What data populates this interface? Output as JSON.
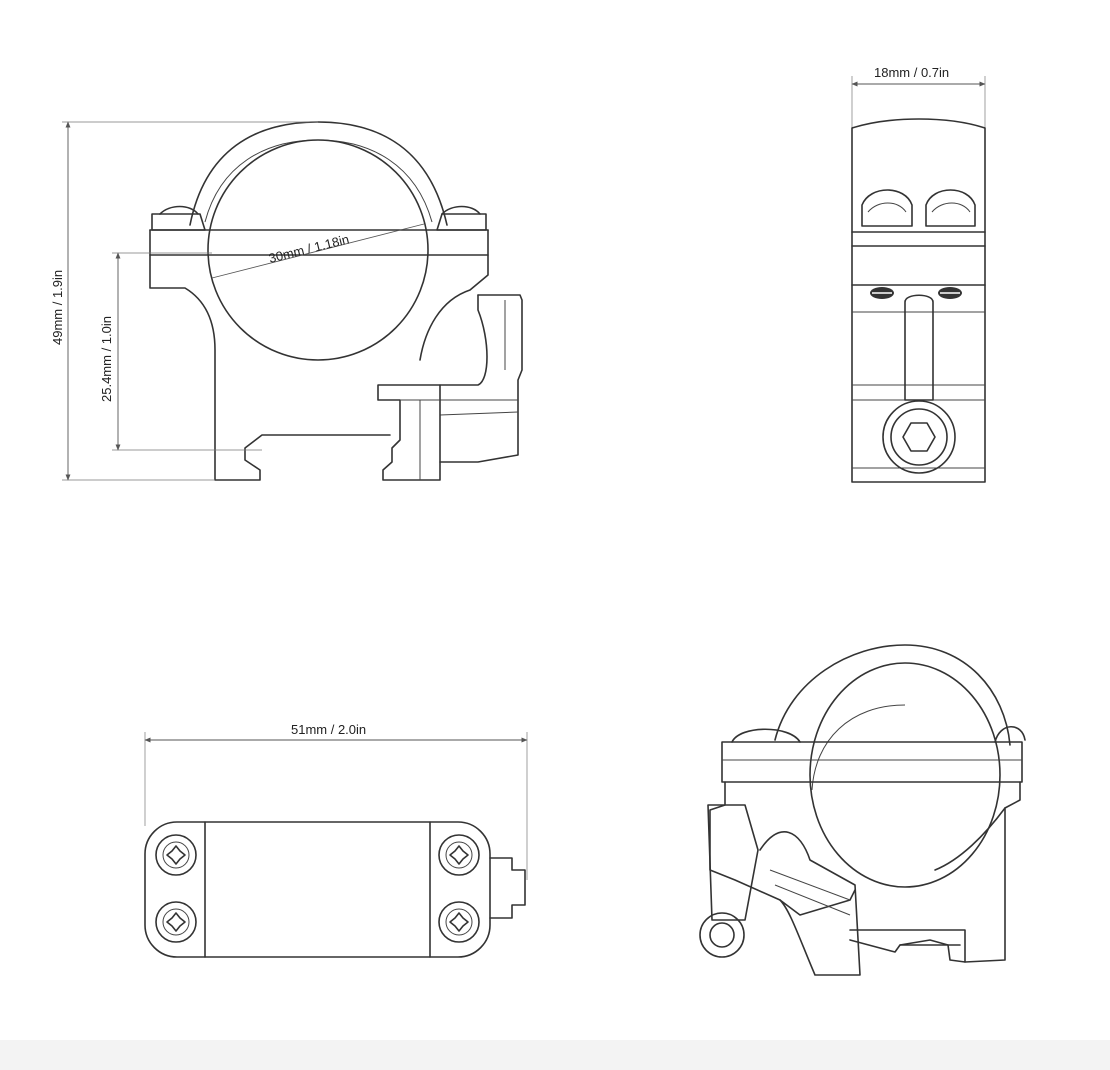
{
  "dimensions": {
    "ring_diameter": "30mm / 1.18in",
    "total_height": "49mm / 1.9in",
    "center_height": "25.4mm / 1.0in",
    "width": "18mm / 0.7in",
    "length": "51mm / 2.0in"
  },
  "colors": {
    "line": "#333333",
    "dimension_line": "#555555",
    "background": "#ffffff",
    "bottom_strip": "#f3f3f3"
  },
  "icons": {
    "screw_head": "torx-screw-icon",
    "hex_bolt": "hex-bolt-icon"
  }
}
